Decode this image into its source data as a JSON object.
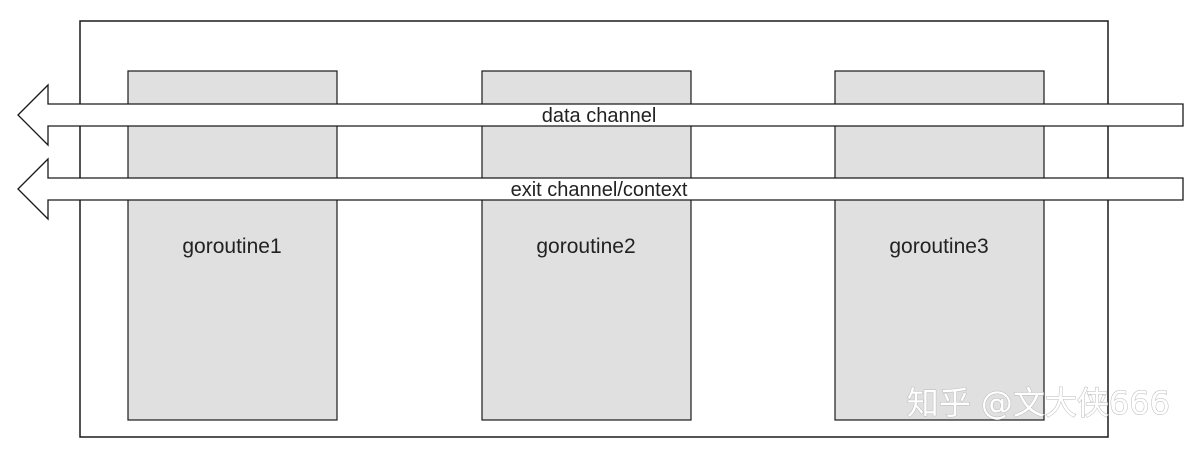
{
  "goroutines": {
    "g1": {
      "label": "goroutine1"
    },
    "g2": {
      "label": "goroutine2"
    },
    "g3": {
      "label": "goroutine3"
    }
  },
  "channels": {
    "data": {
      "label": "data channel",
      "direction": "left"
    },
    "exit": {
      "label": "exit channel/context",
      "direction": "left"
    }
  },
  "watermark": "知乎 @文大侠666",
  "colors": {
    "box_fill": "#e0e0e0",
    "stroke": "#1a1a1a",
    "background": "#ffffff"
  }
}
